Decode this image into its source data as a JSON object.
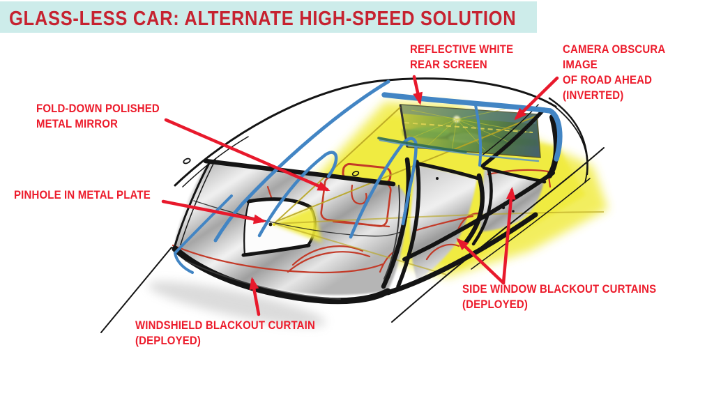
{
  "title": "GLASS-LESS CAR: ALTERNATE HIGH-SPEED SOLUTION",
  "annotations": {
    "rear_screen": "REFLECTIVE WHITE\nREAR SCREEN",
    "camera_obscura": "CAMERA OBSCURA IMAGE\nOF ROAD AHEAD\n(INVERTED)",
    "mirror": "FOLD-DOWN POLISHED\nMETAL MIRROR",
    "pinhole": "PINHOLE IN METAL PLATE",
    "windshield": "WINDSHIELD BLACKOUT CURTAIN\n(DEPLOYED)",
    "side_windows": "SIDE WINDOW BLACKOUT CURTAINS\n(DEPLOYED)"
  },
  "colors": {
    "banner_background": "#cdecea",
    "title_red": "#c62230",
    "annotation_red": "#ec1b2b",
    "arrow_red": "#e8192c",
    "sketch_blue": "#4285c4",
    "cone_yellow": "#f0ea39",
    "cone_edge_olive": "#b9a622",
    "screen_green": "#5f7f3c",
    "screen_sky_blue": "#5d7d95",
    "curtain_gray": "#bdbdbd",
    "sketch_red_detail": "#c33a28",
    "outline_black": "#141414"
  }
}
